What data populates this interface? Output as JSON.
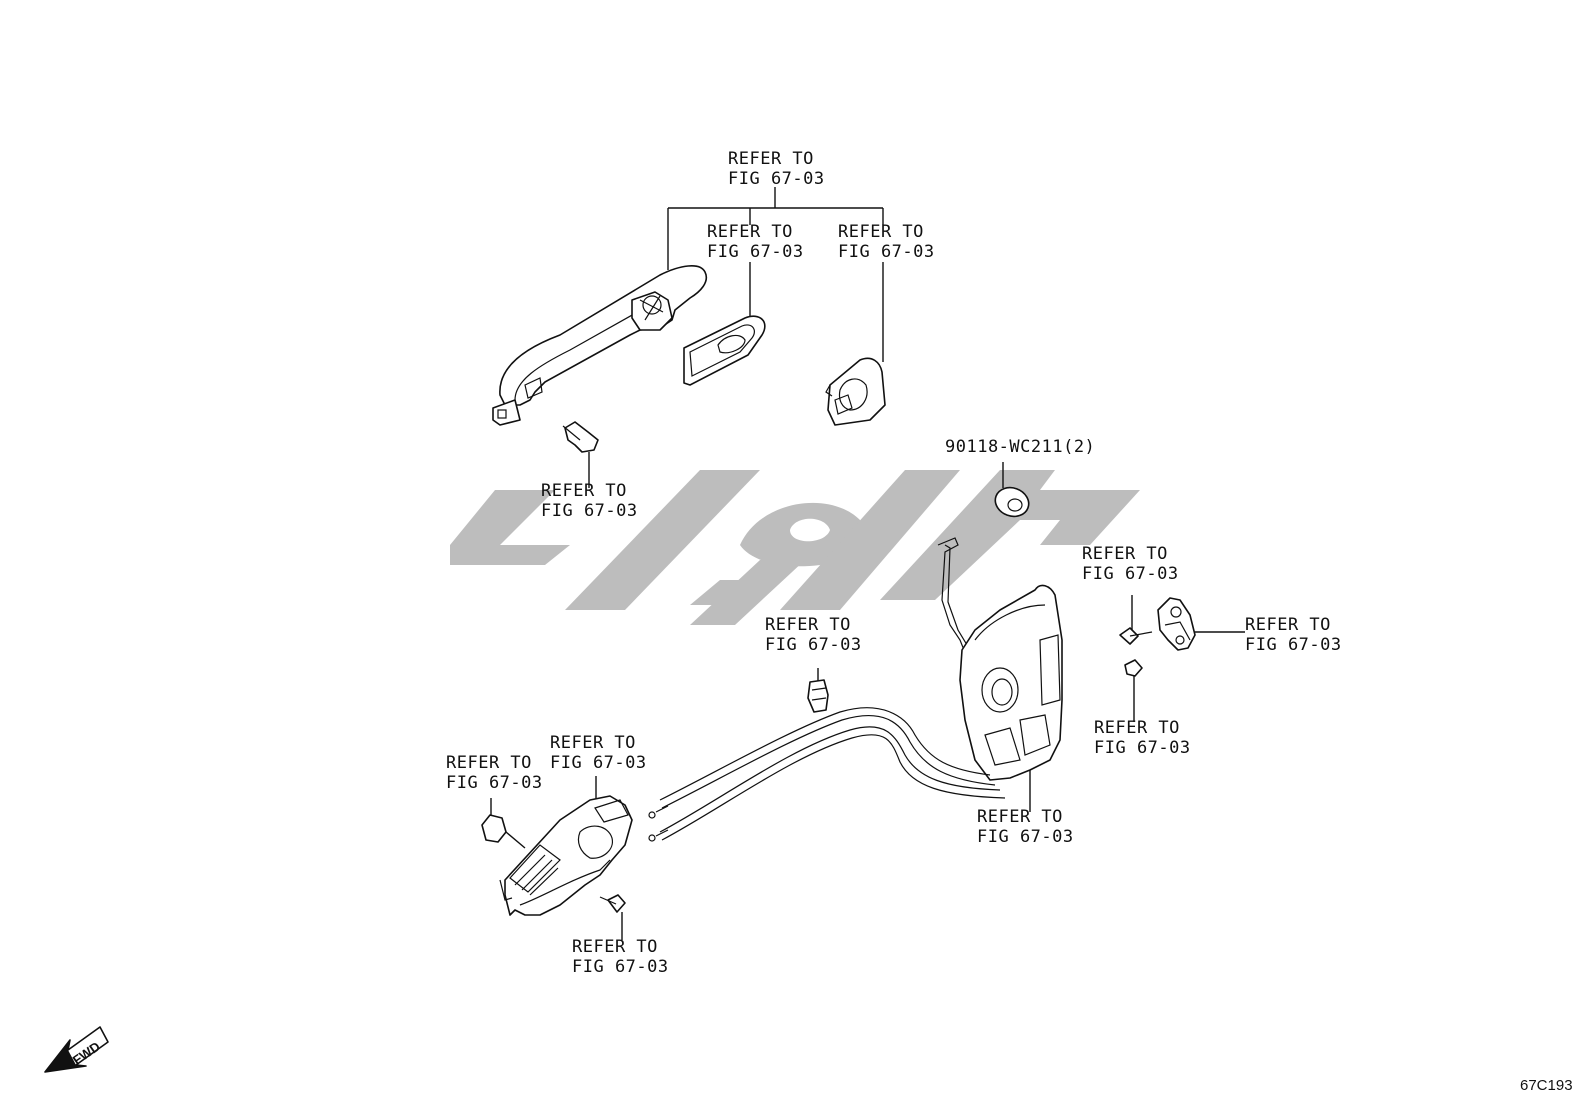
{
  "diagram": {
    "refer_text": [
      "REFER TO",
      "FIG 67-03"
    ],
    "labels": [
      {
        "id": "top-group",
        "lines": [
          "REFER TO",
          "FIG 67-03"
        ]
      },
      {
        "id": "pad",
        "lines": [
          "REFER TO",
          "FIG 67-03"
        ]
      },
      {
        "id": "cover",
        "lines": [
          "REFER TO",
          "FIG 67-03"
        ]
      },
      {
        "id": "handle-screw",
        "lines": [
          "REFER TO",
          "FIG 67-03"
        ]
      },
      {
        "id": "part-number",
        "lines": [
          "90118-WC211(2)"
        ]
      },
      {
        "id": "striker-screw",
        "lines": [
          "REFER TO",
          "FIG 67-03"
        ]
      },
      {
        "id": "striker",
        "lines": [
          "REFER TO",
          "FIG 67-03"
        ]
      },
      {
        "id": "striker-bolt",
        "lines": [
          "REFER TO",
          "FIG 67-03"
        ]
      },
      {
        "id": "cable-clip",
        "lines": [
          "REFER TO",
          "FIG 67-03"
        ]
      },
      {
        "id": "lock-assembly",
        "lines": [
          "REFER TO",
          "FIG 67-03"
        ]
      },
      {
        "id": "inner-handle",
        "lines": [
          "REFER TO",
          "FIG 67-03"
        ]
      },
      {
        "id": "plug",
        "lines": [
          "REFER TO",
          "FIG 67-03"
        ]
      },
      {
        "id": "inner-handle-screw",
        "lines": [
          "REFER TO",
          "FIG 67-03"
        ]
      }
    ],
    "fwd_label": "FWD",
    "figure_code": "67C193",
    "watermark_color": "#bdbdbd"
  }
}
